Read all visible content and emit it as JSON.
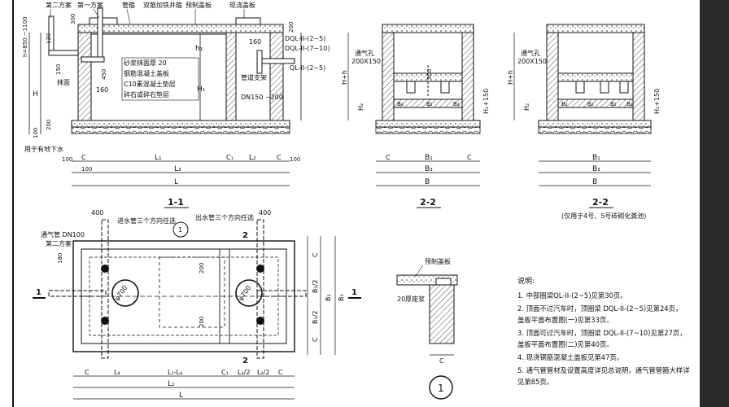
{
  "labels": {
    "scheme2": "第二方案",
    "scheme1": "第一方案",
    "pipe": "管箍",
    "double_ring_beam": "双筋加铁井箍",
    "precast_cover": "预制盖板",
    "cast_cover": "现浇盖板",
    "h_dim": "h=850\n~1100",
    "dim_300": "300",
    "dim_120": "120",
    "dim_150": "150",
    "dim_200": "200",
    "dim_160": "160",
    "dim_450": "450",
    "dim_100": "100",
    "dql_a": "DQL-II-(2~5)",
    "dql_b": "DQL-II-(7~10)",
    "ql": "QL-II-(2~5)",
    "mortar": "砂浆抹面厚 20",
    "rc_cover": "钢筋混凝土盖板",
    "c10": "C10素混凝土垫层",
    "gravel": "碎石或碎石垫层",
    "plaster": "抹面",
    "pipe_cap": "管道支架",
    "dn150": "DN150\n~200",
    "for_under": "用于有地下水",
    "H": "H",
    "H1": "H₁",
    "h1": "h₁",
    "C": "C",
    "L1": "L₁",
    "C1": "C₁",
    "L2": "L₂",
    "L3": "L₃",
    "L": "L",
    "section_1_1": "1-1",
    "vent_hole": "通气孔",
    "vent_size": "200X150",
    "Hh": "H+h",
    "H2": "H₂",
    "H2_150": "H₂+150",
    "B4": "B₄",
    "B2": "B₂",
    "B1": "B₁",
    "B3": "B₃",
    "B": "B",
    "section_2_2": "2-2",
    "section_2_2b": "2-2",
    "note_45": "(仅用于4号、5号砖砌化粪池)",
    "inlet": "进水管三个方向任选",
    "outlet": "出水管三个方向任选",
    "vent_dn100": "通气管 DN100",
    "dim_400": "400",
    "dim_180": "180",
    "phi700": "φ700",
    "B1_2": "B₁/2",
    "L4": "L₄",
    "L1_L4": "L₁-L₄",
    "L2_2": "L₂/2",
    "mark_1": "1",
    "mark_2": "2",
    "circle_1": "1",
    "precast_cover2": "预制盖板",
    "mortar20": "20厚座浆",
    "notes_title": "说明:",
    "note1": "1. 中部圈梁QL-II-(2~5)见第30页。",
    "note2": "2. 顶面不过汽车时，顶圈梁 DQL-II-(2~5)见第24页，",
    "note2b": "   盖板平面布置图(一)见第33页。",
    "note3": "3. 顶面可过汽车时，顶圈梁 DQL-II-(7~10)见第27页，",
    "note3b": "   盖板平面布置图(二)见第40页。",
    "note4": "4. 现浇钢筋混凝土盖板见第47页。",
    "note5": "5. 通气管管材及设置高度详见总说明，通气管管箍大样详",
    "note5b": "   见第85页。"
  }
}
